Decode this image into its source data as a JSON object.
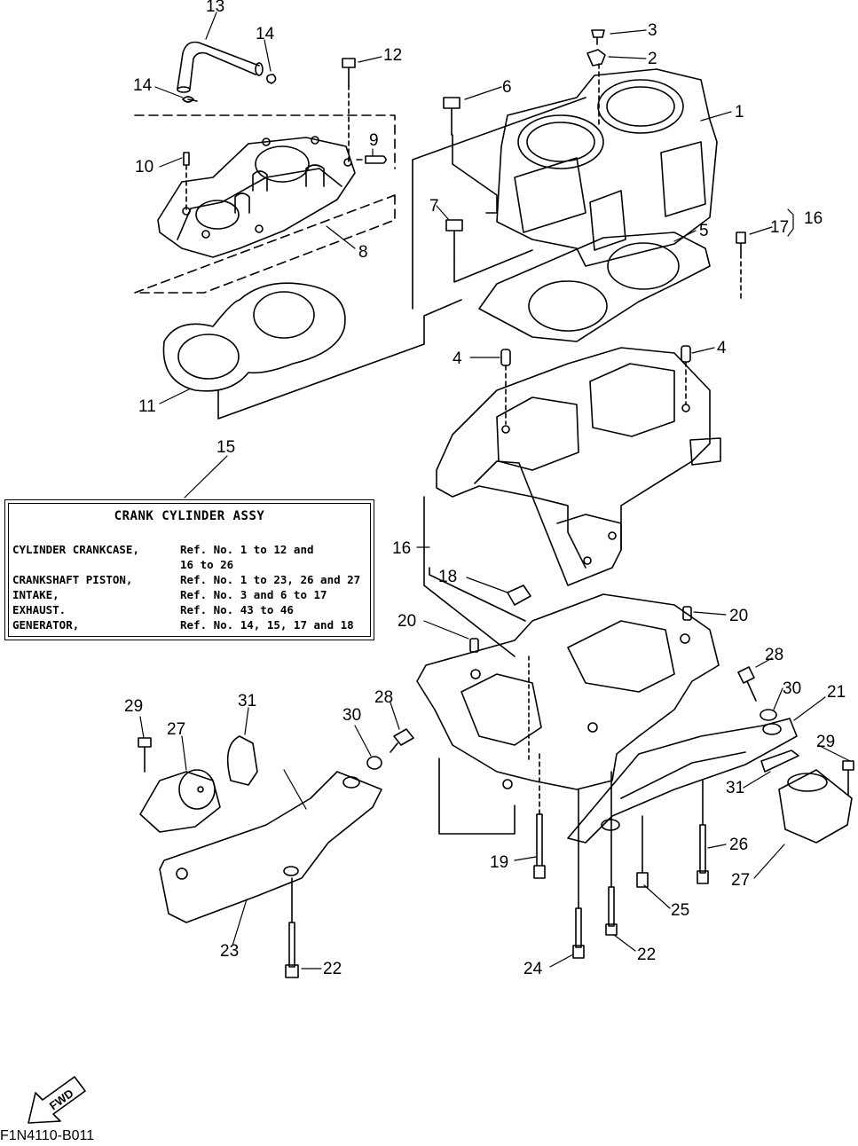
{
  "legend": {
    "title": "CRANK CYLINDER ASSY",
    "rows": [
      {
        "key": "CYLINDER CRANKCASE,",
        "value": "Ref. No. 1 to 12 and"
      },
      {
        "key": "",
        "value": "16 to 26"
      },
      {
        "key": "CRANKSHAFT PISTON,",
        "value": "Ref. No. 1 to 23, 26 and 27"
      },
      {
        "key": "INTAKE,",
        "value": "Ref. No. 3 and 6 to 17"
      },
      {
        "key": "EXHAUST.",
        "value": "Ref. No. 43 to 46"
      },
      {
        "key": "GENERATOR,",
        "value": "Ref. No. 14, 15, 17 and 18"
      }
    ]
  },
  "callouts": [
    "13",
    "14",
    "12",
    "14",
    "10",
    "9",
    "8",
    "3",
    "2",
    "6",
    "1",
    "7",
    "5",
    "17",
    "16",
    "11",
    "4",
    "4",
    "15",
    "16",
    "18",
    "20",
    "20",
    "28",
    "30",
    "21",
    "29",
    "27",
    "31",
    "30",
    "28",
    "29",
    "31",
    "19",
    "26",
    "27",
    "25",
    "23",
    "22",
    "24",
    "22"
  ],
  "fwd_label": "FWD",
  "doc_code": "F1N4110-B011"
}
